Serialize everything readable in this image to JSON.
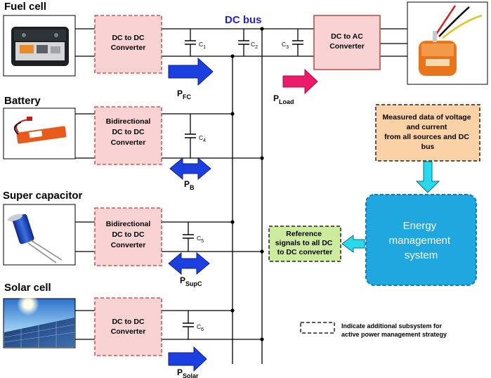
{
  "sources": {
    "fuel_cell": {
      "title": "Fuel cell",
      "converter": [
        "DC to DC",
        "Converter"
      ],
      "capacitor": "C",
      "cap_sub": "1",
      "power": "P",
      "power_sub": "FC"
    },
    "battery": {
      "title": "Battery",
      "converter": [
        "Bidirectional",
        "DC to DC",
        "Converter"
      ],
      "capacitor": "C",
      "cap_sub": "4",
      "power": "P",
      "power_sub": "B"
    },
    "supercap": {
      "title": "Super capacitor",
      "converter": [
        "Bidirectional",
        "DC to DC",
        "Converter"
      ],
      "capacitor": "C",
      "cap_sub": "5",
      "power": "P",
      "power_sub": "SupC"
    },
    "solar": {
      "title": "Solar cell",
      "converter": [
        "DC to DC",
        "Converter"
      ],
      "capacitor": "C",
      "cap_sub": "6",
      "power": "P",
      "power_sub": "Solar"
    }
  },
  "bus": {
    "label": "DC bus",
    "cap2": "C",
    "cap2_sub": "2",
    "cap3": "C",
    "cap3_sub": "3"
  },
  "load": {
    "converter": [
      "DC to AC",
      "Converter"
    ],
    "power": "P",
    "power_sub": "Load"
  },
  "measured": {
    "lines": [
      "Measured data of voltage",
      "and current",
      "from all sources and DC",
      "bus"
    ]
  },
  "ems": {
    "lines": [
      "Energy",
      "management",
      "system"
    ]
  },
  "reference": {
    "lines": [
      "Reference",
      "signals to all DC",
      "to DC converter"
    ]
  },
  "legend": {
    "lines": [
      "Indicate additional subsystem for",
      "active power management strategy"
    ]
  },
  "colors": {
    "converter_fill": "#f9d3d3",
    "converter_border": "#e0504a",
    "dc_ac_fill": "#f9d3d3",
    "dc_ac_border": "#c0504d",
    "measured_fill": "#fbd2a6",
    "reference_fill": "#cdeb9d",
    "ems_fill": "#1fa8e0",
    "ems_border": "#1577c4",
    "arrow_blue": "#1c3fe0",
    "arrow_pink": "#ec1a6b",
    "arrow_cyan": "#27d9ec",
    "bus_label": "#1f1fd6"
  },
  "icons": {
    "fuel_cell": "fuel-cell-photo",
    "battery": "battery-pack-photo",
    "supercap": "supercapacitor-photo",
    "solar": "solar-panel-photo",
    "motor": "motor-photo"
  }
}
